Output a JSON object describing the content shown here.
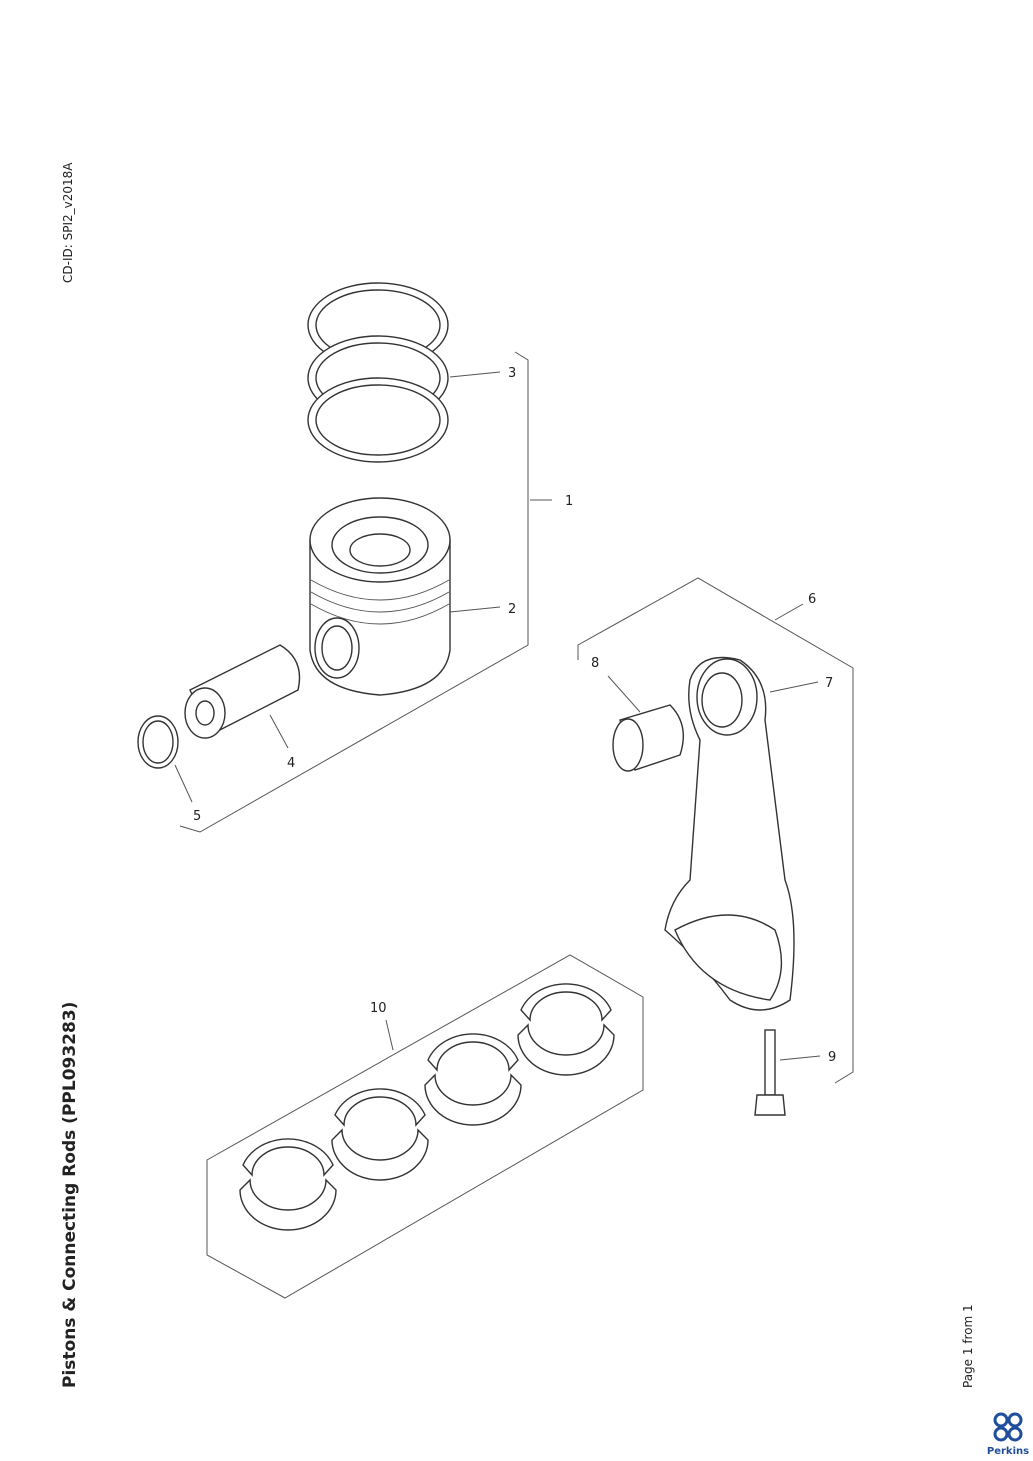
{
  "title": "Pistons & Connecting Rods (PPL093283)",
  "cd_id": "CD-ID: SPI2_v2018A",
  "page_label": "Page 1 from 1",
  "logo_text": "Perkins",
  "brand_color": "#1f4e9c",
  "callouts": [
    "1",
    "2",
    "3",
    "4",
    "5",
    "6",
    "7",
    "8",
    "9",
    "10"
  ]
}
